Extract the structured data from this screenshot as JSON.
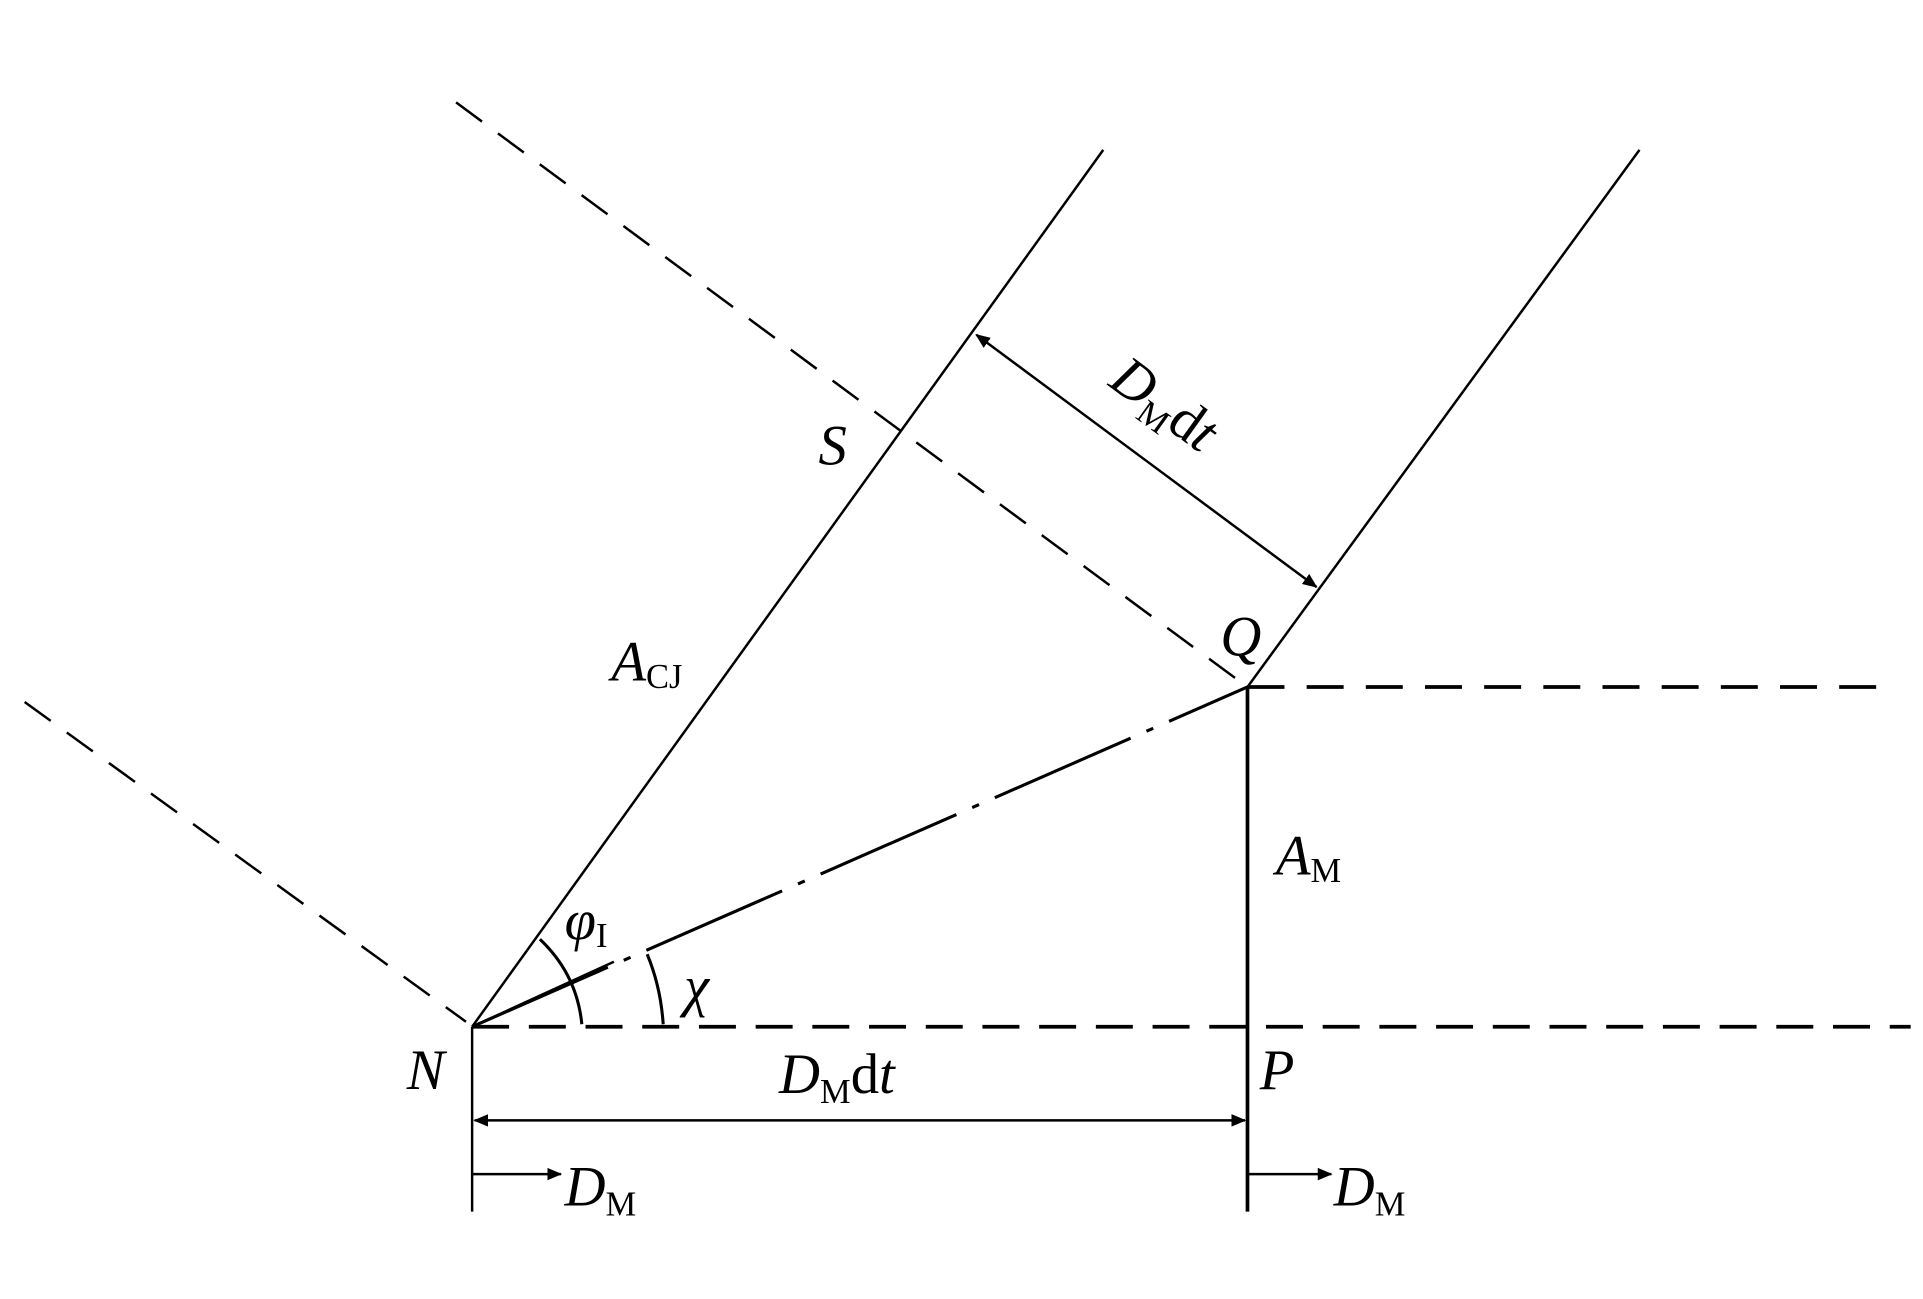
{
  "labels": {
    "S": "S",
    "Q": "Q",
    "N": "N",
    "P": "P",
    "A_CJ": {
      "main": "A",
      "sub": "CJ"
    },
    "A_M": {
      "main": "A",
      "sub": "M"
    },
    "phi_I": {
      "main": "φ",
      "sub": "I"
    },
    "chi": "χ",
    "DMdt_bottom": {
      "main": "D",
      "sub": "M",
      "tail_d": "d",
      "tail_t": "t"
    },
    "DMdt_slanted": {
      "main": "D",
      "sub": "M",
      "tail_d": "d",
      "tail_t": "t"
    },
    "DM_left": {
      "main": "D",
      "sub": "M"
    },
    "DM_right": {
      "main": "D",
      "sub": "M"
    }
  },
  "colors": {
    "line": "#000000",
    "background": "#ffffff"
  }
}
